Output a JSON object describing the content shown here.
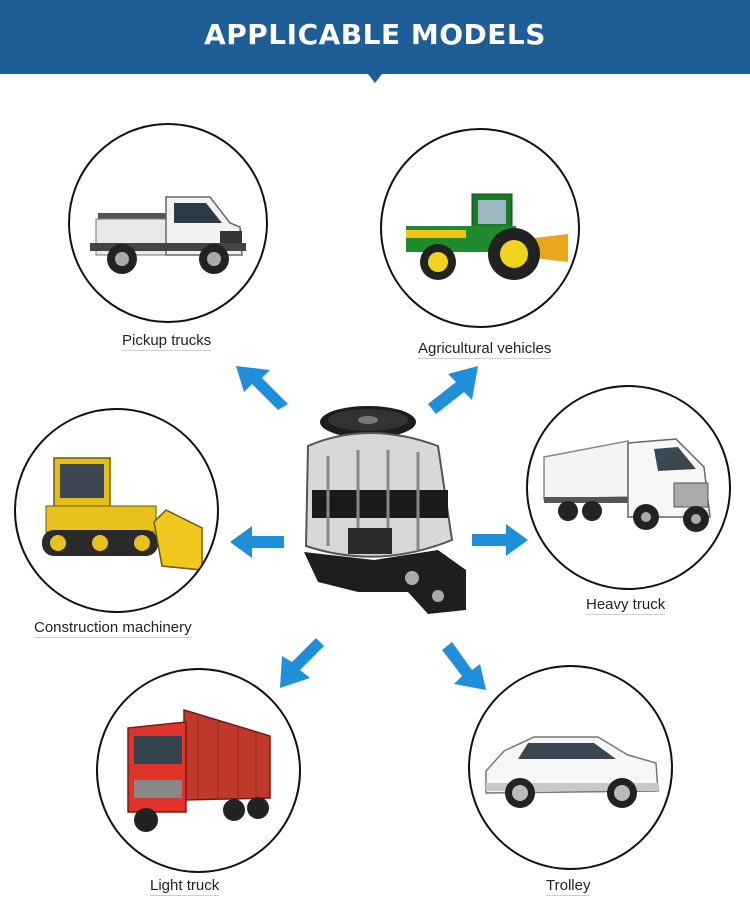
{
  "header": {
    "title": "APPLICABLE MODELS"
  },
  "colors": {
    "banner": "#1f5d97",
    "arrow": "#1e8fd8",
    "outline": "#111111"
  },
  "models": [
    {
      "label": "Pickup trucks",
      "icon": "pickup-truck-icon"
    },
    {
      "label": "Agricultural vehicles",
      "icon": "tractor-icon"
    },
    {
      "label": "Construction machinery",
      "icon": "bulldozer-icon"
    },
    {
      "label": "Heavy truck",
      "icon": "semi-truck-icon"
    },
    {
      "label": "Light truck",
      "icon": "cargo-truck-icon"
    },
    {
      "label": "Trolley",
      "icon": "suv-car-icon"
    }
  ],
  "center": {
    "icon": "alternator-icon"
  }
}
